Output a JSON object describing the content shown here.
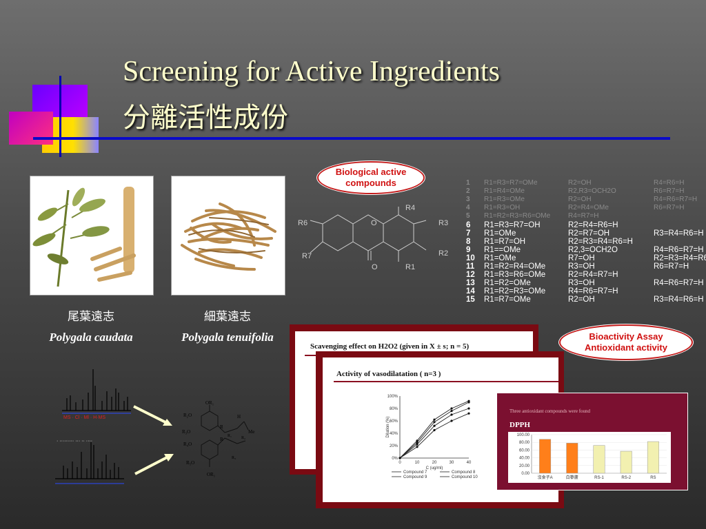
{
  "title": {
    "en": "Screening for Active Ingredients",
    "zh": "分離活性成份"
  },
  "plants": [
    {
      "zh": "尾葉遠志",
      "latin": "Polygala caudata"
    },
    {
      "zh": "細葉遠志",
      "latin": "Polygala tenuifolia"
    }
  ],
  "callouts": {
    "bio_line1": "Biological active",
    "bio_line2": "compounds",
    "assay_line1": "Bioactivity Assay",
    "assay_line2": "Antioxidant activity"
  },
  "structure_labels": {
    "r6": "R6",
    "r7": "R7",
    "r4": "R4",
    "r3": "R3",
    "r2": "R2",
    "r1": "R1",
    "o_ring": "O",
    "o_keto": "O"
  },
  "compounds_faded": [
    {
      "n": "1",
      "a": "R1=R3=R7=OMe",
      "b": "R2=OH",
      "c": "R4=R6=H"
    },
    {
      "n": "2",
      "a": "R1=R4=OMe",
      "b": "R2,R3=OCH2O",
      "c": "R6=R7=H"
    },
    {
      "n": "3",
      "a": "R1=R3=OMe",
      "b": "R2=OH",
      "c": "R4=R6=R7=H"
    },
    {
      "n": "4",
      "a": "R1=R3=OH",
      "b": "R2=R4=OMe",
      "c": "R6=R7=H"
    },
    {
      "n": "5",
      "a": "R1=R2=R3=R6=OMe",
      "b": "R4=R7=H",
      "c": ""
    }
  ],
  "compounds": [
    {
      "n": "6",
      "a": "R1=R3=R7=OH",
      "b": "R2=R4=R6=H",
      "c": ""
    },
    {
      "n": "7",
      "a": "R1=OMe",
      "b": "R2=R7=OH",
      "c": "R3=R4=R6=H"
    },
    {
      "n": "8",
      "a": "R1=R7=OH",
      "b": "R2=R3=R4=R6=H",
      "c": ""
    },
    {
      "n": "9",
      "a": "R1==OMe",
      "b": "R2,3=OCH2O",
      "c": "R4=R6=R7=H"
    },
    {
      "n": "10",
      "a": "R1=OMe",
      "b": "R7=OH",
      "c": "R2=R3=R4=R6"
    },
    {
      "n": "11",
      "a": "R1=R2=R4=OMe",
      "b": "R3=OH",
      "c": "R6=R7=H"
    },
    {
      "n": "12",
      "a": "R1=R3=R6=OMe",
      "b": "R2=R4=R7=H",
      "c": ""
    },
    {
      "n": "13",
      "a": "R1=R2=OMe",
      "b": "R3=OH",
      "c": "R4=R6=R7=H"
    },
    {
      "n": "14",
      "a": "R1=R2=R3=OMe",
      "b": "R4=R6=R7=H",
      "c": ""
    },
    {
      "n": "15",
      "a": "R1=R7=OMe",
      "b": "R2=OH",
      "c": "R3=R4=R6=H"
    }
  ],
  "slides": {
    "h2o2_title": "Scavenging effect on H2O2 (given in X ± s; n = 5)",
    "vaso_title": "Activity of vasodilatation ( n=3 )",
    "dpph_heading": "DPPH",
    "dpph_subtitle": "Three antioxidant compounds were found"
  },
  "chart_data": [
    {
      "type": "line",
      "title": "Activity of vasodilatation ( n=3 )",
      "xlabel": "C (ug/ml)",
      "ylabel": "Dilation (%)",
      "x": [
        0,
        10,
        20,
        30,
        40
      ],
      "xticks": [
        "0",
        "10",
        "20",
        "30",
        "40"
      ],
      "yticks": [
        "0%",
        "20%",
        "40%",
        "60%",
        "80%",
        "100%"
      ],
      "ylim": [
        0,
        100
      ],
      "series": [
        {
          "name": "Compound 7",
          "values": [
            0,
            28,
            62,
            80,
            92
          ]
        },
        {
          "name": "Compound 8",
          "values": [
            0,
            25,
            58,
            76,
            90
          ]
        },
        {
          "name": "Compound 9",
          "values": [
            0,
            22,
            52,
            70,
            80
          ]
        },
        {
          "name": "Compound 10",
          "values": [
            0,
            18,
            45,
            60,
            72
          ]
        }
      ]
    },
    {
      "type": "bar",
      "title": "DPPH",
      "categories": [
        "沒食子A",
        "白藜蘆",
        "RS-1",
        "RS-2",
        "RS"
      ],
      "values": [
        88,
        78,
        72,
        57,
        82
      ],
      "yticks": [
        "0.00",
        "20.00",
        "40.00",
        "60.00",
        "80.00",
        "100.00"
      ],
      "ylim": [
        0,
        100
      ],
      "colors": [
        "#ff7f1a",
        "#ff7f1a",
        "#f2f0b0",
        "#f2f0b0",
        "#f2f0b0"
      ]
    }
  ],
  "spectra_labels": {
    "top_red": "MS · Cl · Ml · H·MS",
    "bottom_white": "· ·········  ···  ·· ····"
  },
  "reaction_labels": {
    "or_top": "OR₁",
    "r2o_a": "R₂O",
    "r3o": "R₃O",
    "r4o": "R₄O",
    "r5o": "R₅O",
    "or_bot": "OR₁",
    "h": "H",
    "me": "Me",
    "r_a": "R",
    "r_b": "R",
    "r1": "R₁",
    "r2": "R₂",
    "r3": "R₃"
  }
}
